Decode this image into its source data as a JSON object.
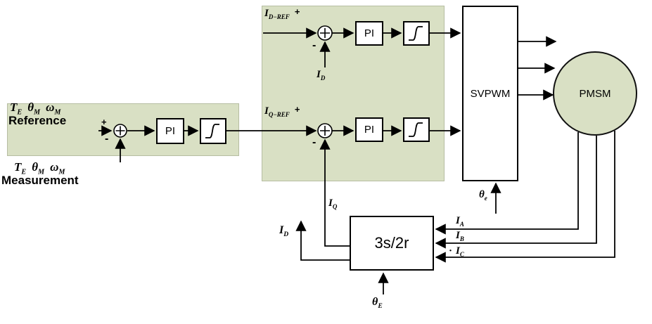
{
  "colors": {
    "panel_fill": "#d9e0c4",
    "block_fill": "#ffffff",
    "line": "#000000"
  },
  "speed_loop": {
    "reference": {
      "vars": [
        {
          "b": "T",
          "s": "E"
        },
        {
          "b": "θ",
          "s": "M"
        },
        {
          "b": "ω",
          "s": "M"
        }
      ],
      "caption": "Reference"
    },
    "measurement": {
      "vars": [
        {
          "b": "T",
          "s": "E"
        },
        {
          "b": "θ",
          "s": "M"
        },
        {
          "b": "ω",
          "s": "M"
        }
      ],
      "caption": "Measurement"
    },
    "sum_plus": "+",
    "sum_minus": "-",
    "pi_label": "PI"
  },
  "d_axis": {
    "ref": {
      "b": "I",
      "s": "D−REF"
    },
    "plus": "+",
    "minus": "-",
    "pi_label": "PI",
    "feedback": {
      "b": "I",
      "s": "D"
    }
  },
  "q_axis": {
    "ref": {
      "b": "I",
      "s": "Q−REF"
    },
    "plus": "+",
    "minus": "-",
    "pi_label": "PI",
    "feedback": {
      "b": "I",
      "s": "Q"
    }
  },
  "svpwm": {
    "label": "SVPWM",
    "angle": {
      "b": "θ",
      "s": "e"
    }
  },
  "pmsm": {
    "label": "PMSM"
  },
  "transform": {
    "label": "3s/2r",
    "angle": {
      "b": "θ",
      "s": "E"
    },
    "output_d": {
      "b": "I",
      "s": "D"
    },
    "input_a": {
      "b": "I",
      "s": "A"
    },
    "input_b": {
      "b": "I",
      "s": "B"
    },
    "input_c_prefix": "·",
    "input_c": {
      "b": "I",
      "s": "C"
    }
  }
}
